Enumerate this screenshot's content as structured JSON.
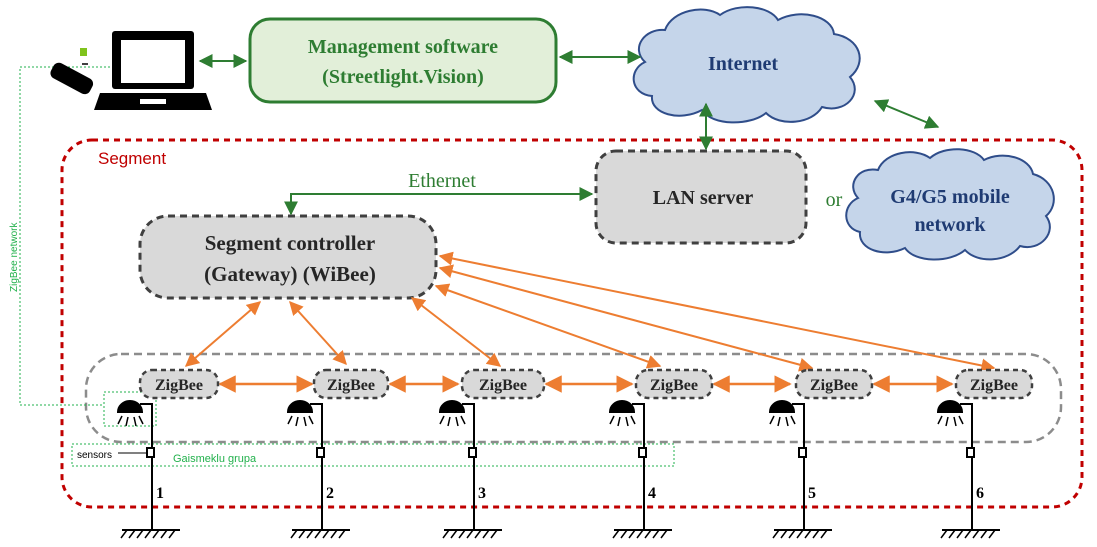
{
  "labels": {
    "management_line1": "Management software",
    "management_line2": "(Streetlight.Vision)",
    "internet": "Internet",
    "segment": "Segment",
    "ethernet": "Ethernet",
    "lan_server": "LAN server",
    "or": "or",
    "mobile_line1": "G4/G5 mobile",
    "mobile_line2": "network",
    "controller_line1": "Segment controller",
    "controller_line2": "(Gateway) (WiBee)",
    "zigbee_network": "ZigBee network",
    "sensors": "sensors",
    "group": "Gaismeklu grupa"
  },
  "zigbee_nodes": [
    "ZigBee",
    "ZigBee",
    "ZigBee",
    "ZigBee",
    "ZigBee",
    "ZigBee"
  ],
  "poles": [
    "1",
    "2",
    "3",
    "4",
    "5",
    "6"
  ],
  "colors": {
    "management_fill": "#e2efd9",
    "management_border": "#2e7d32",
    "cloud_fill": "#c5d5ea",
    "cloud_text": "#1f3b73",
    "segment_border": "#c00000",
    "gray_fill": "#d9d9d9",
    "green_arrow": "#2e7d32",
    "orange_arrow": "#ed7d31",
    "zigbee_network_green": "#22b14c"
  }
}
